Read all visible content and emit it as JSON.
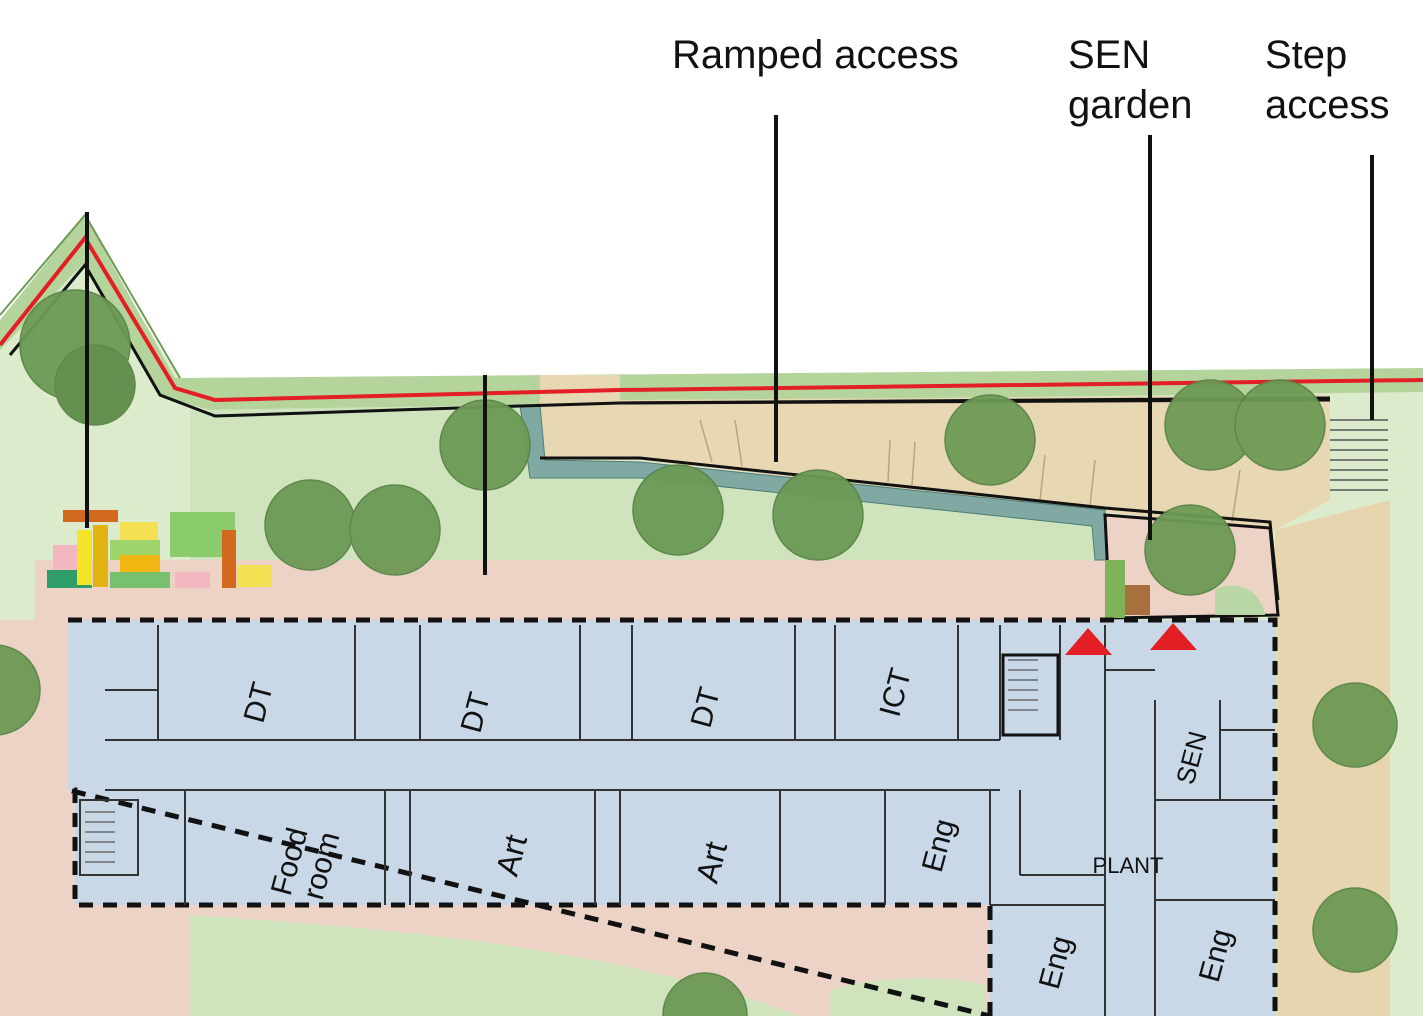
{
  "callouts": {
    "ramped_access": "Ramped access",
    "sen_garden": "SEN\ngarden",
    "step_access": "Step\naccess"
  },
  "rooms": {
    "dt_1": "DT",
    "dt_2": "DT",
    "dt_3": "DT",
    "ict": "ICT",
    "sen": "SEN",
    "food_room": "Food\nroom",
    "art_1": "Art",
    "art_2": "Art",
    "eng_1": "Eng",
    "plant": "PLANT",
    "eng_2": "Eng",
    "eng_3": "Eng"
  },
  "colors": {
    "building_fill": "#c9d8e6",
    "grass_light": "#d6e8c4",
    "grass_mid": "#b9d7a4",
    "paving_pink": "#ecd3c6",
    "ramp_tan": "#e8d7b3",
    "retaining_wall": "#7fa9a2",
    "tree": "#6d9a55",
    "boundary_red": "#e31e24",
    "entrance_marker": "#e31e24"
  }
}
